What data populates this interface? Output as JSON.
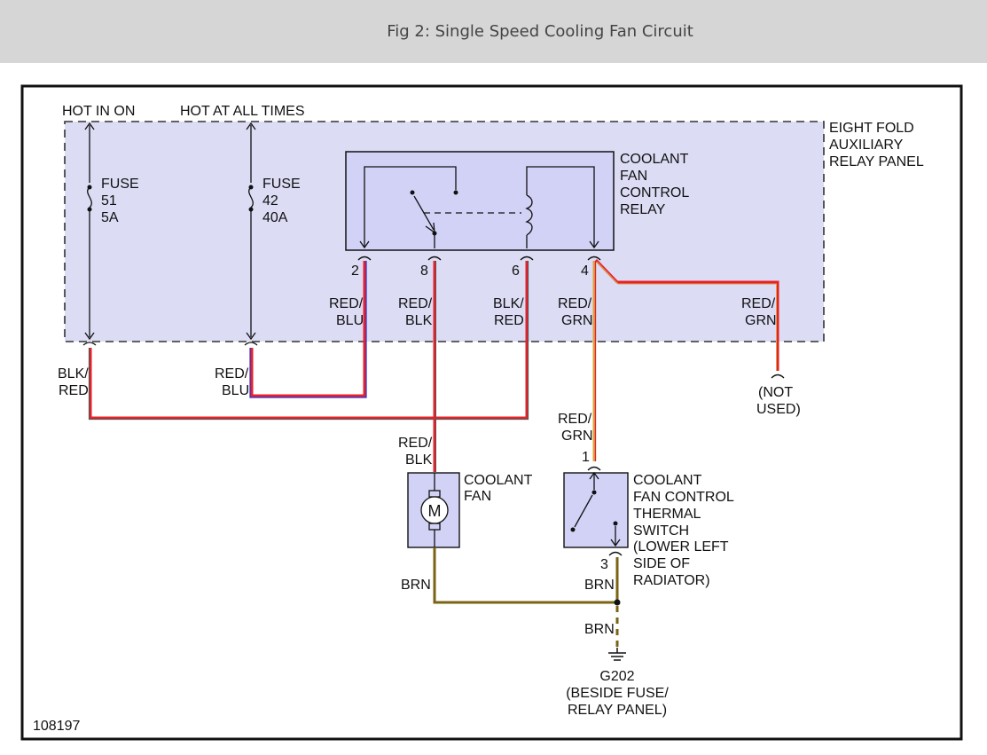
{
  "figure_title": "Fig 2: Single Speed Cooling Fan Circuit",
  "power": {
    "hot_in_on": "HOT IN ON",
    "hot_at_all_times": "HOT AT ALL TIMES"
  },
  "panel": {
    "name": [
      "EIGHT FOLD",
      "AUXILIARY",
      "RELAY PANEL"
    ]
  },
  "fuses": [
    {
      "label": "FUSE",
      "number": "51",
      "rating": "5A"
    },
    {
      "label": "FUSE",
      "number": "42",
      "rating": "40A"
    }
  ],
  "relay": {
    "name": [
      "COOLANT",
      "FAN",
      "CONTROL",
      "RELAY"
    ],
    "pins": [
      "2",
      "8",
      "6",
      "4"
    ]
  },
  "wires": {
    "red_blu": [
      "RED/",
      "BLU"
    ],
    "red_blk": [
      "RED/",
      "BLK"
    ],
    "blk_red": [
      "BLK/",
      "RED"
    ],
    "red_grn": [
      "RED/",
      "GRN"
    ],
    "brn": "BRN"
  },
  "not_used": [
    "(NOT",
    "USED)"
  ],
  "fan": {
    "name": [
      "COOLANT",
      "FAN"
    ],
    "symbol": "M"
  },
  "thermal_switch": {
    "name": [
      "COOLANT",
      "FAN CONTROL",
      "THERMAL",
      "SWITCH",
      "(LOWER LEFT",
      "SIDE OF",
      "RADIATOR)"
    ],
    "pin_top": "1",
    "pin_bottom": "3"
  },
  "ground": {
    "name": [
      "G202",
      "(BESIDE FUSE/",
      "RELAY PANEL)"
    ]
  },
  "figure_id": "108197",
  "colors": {
    "panel_fill": "#dcdcf5",
    "component_fill": "#d2d2f7",
    "wire_red": "#e8202a",
    "wire_blue": "#2233dd",
    "wire_black": "#555555",
    "wire_green": "#d6a640",
    "wire_brown": "#7a6414"
  }
}
